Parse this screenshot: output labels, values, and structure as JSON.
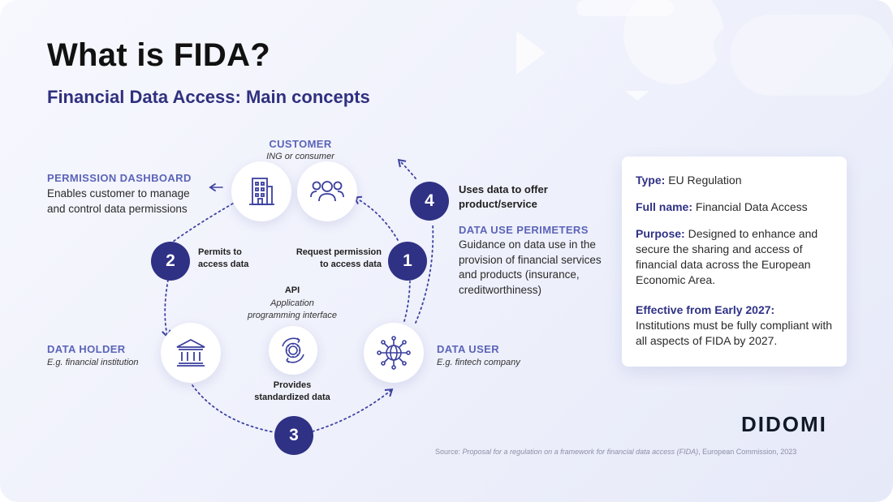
{
  "title": "What is FIDA?",
  "subtitle": "Financial Data Access: Main concepts",
  "nodes": {
    "customer": {
      "heading": "CUSTOMER",
      "sub": "ING or consumer"
    },
    "permission_dashboard": {
      "heading": "PERMISSION DASHBOARD",
      "text": "Enables customer to manage and control data permissions"
    },
    "data_holder": {
      "heading": "DATA HOLDER",
      "sub": "E.g. financial institution"
    },
    "data_user": {
      "heading": "DATA USER",
      "sub": "E.g. fintech company"
    },
    "api": {
      "heading": "API",
      "sub_line1": "Application",
      "sub_line2": "programming interface"
    }
  },
  "steps": [
    {
      "number": "1",
      "text_line1": "Request permission",
      "text_line2": "to access data"
    },
    {
      "number": "2",
      "text_line1": "Permits to",
      "text_line2": "access data"
    },
    {
      "number": "3",
      "text_line1": "Provides",
      "text_line2": "standardized data"
    },
    {
      "number": "4",
      "text_line1": "Uses data to offer",
      "text_line2": "product/service"
    }
  ],
  "data_use_perimeters": {
    "heading": "DATA USE PERIMETERS",
    "text": "Guidance on data use in the provision of financial services and products (insurance, creditworthiness)"
  },
  "info_card": {
    "type_label": "Type:",
    "type_value": "EU Regulation",
    "fullname_label": "Full name:",
    "fullname_value": "Financial Data Access",
    "purpose_label": "Purpose:",
    "purpose_value": "Designed to enhance and secure the sharing and access of financial data across the European Economic Area.",
    "effective_label": "Effective from Early 2027:",
    "effective_value": "Institutions must be fully compliant with all aspects of FIDA by 2027."
  },
  "logo": "DIDOMI",
  "source": {
    "prefix": "Source: ",
    "title": "Proposal for a regulation on a framework for financial data access (FIDA)",
    "suffix": ", European Commission, 2023"
  },
  "icons": {
    "building": "building-icon",
    "people": "people-group-icon",
    "bank": "bank-icon",
    "gear": "gear-cycle-icon",
    "globe": "globe-network-icon"
  },
  "colors": {
    "accent_dark": "#2f3185",
    "accent_light": "#5b64b8",
    "heading_blue": "#30307f"
  }
}
